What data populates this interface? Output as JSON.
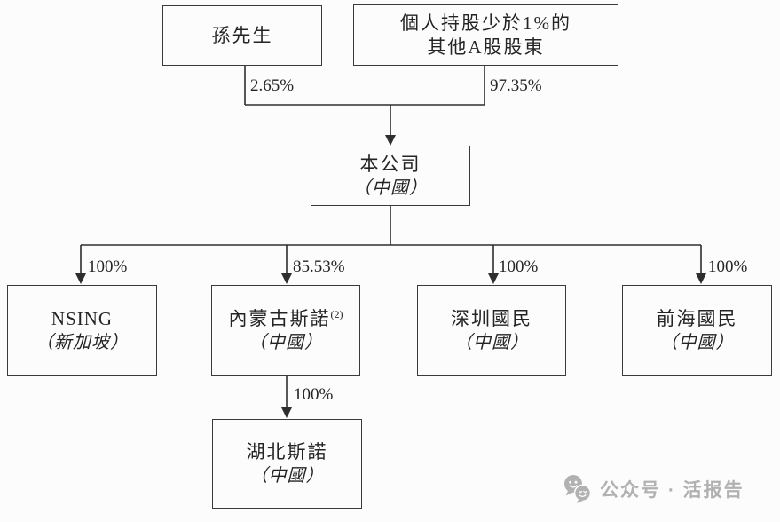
{
  "diagram": {
    "type": "shareholding-structure",
    "nodes": {
      "sun": {
        "name": "孫先生"
      },
      "a_share_holders": {
        "name_line1": "個人持股少於1%的",
        "name_line2": "其他A股股東"
      },
      "company": {
        "name": "本公司",
        "region": "（中國）"
      },
      "nsing": {
        "name": "NSING",
        "region": "（新加坡）"
      },
      "inner_mongolia_snow": {
        "name": "內蒙古斯諾",
        "footnote": "(2)",
        "region": "（中國）"
      },
      "shenzhen_guomin": {
        "name": "深圳國民",
        "region": "（中國）"
      },
      "qianhai_guomin": {
        "name": "前海國民",
        "region": "（中國）"
      },
      "hubei_snow": {
        "name": "湖北斯諾",
        "region": "（中國）"
      }
    },
    "edges": {
      "sun_to_company": "2.65%",
      "a_share_to_company": "97.35%",
      "company_to_nsing": "100%",
      "company_to_inner_mongolia": "85.53%",
      "company_to_shenzhen": "100%",
      "company_to_qianhai": "100%",
      "inner_mongolia_to_hubei": "100%"
    },
    "colors": {
      "line": "#2e2e2e",
      "box_border": "#3a3a3a",
      "text": "#242424",
      "watermark": "#b1b1b1",
      "background": "#fcfcfc"
    }
  },
  "watermark": {
    "icon": "wechat-icon",
    "text": "公众号 · 活报告"
  }
}
